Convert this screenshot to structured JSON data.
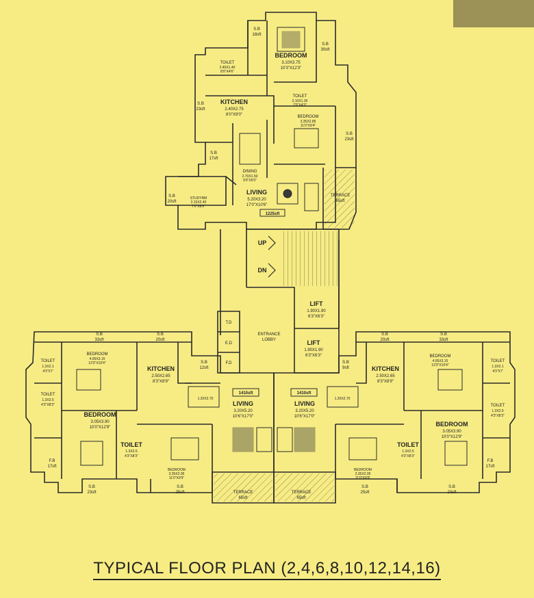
{
  "title": "TYPICAL FLOOR PLAN  (2,4,6,8,10,12,14,16)",
  "upper_flat": {
    "bedroom1": {
      "name": "BEDROOM",
      "m": "3.10X3.75",
      "ft": "10'3\"X12'3\""
    },
    "sb_a": {
      "name": "S.B",
      "area": "18sft"
    },
    "sb_b": {
      "name": "S.B",
      "area": "30sft"
    },
    "toilet1": {
      "name": "TOILET",
      "m": "2.40X1.40",
      "ft": "8'0\"X4'6\""
    },
    "toilet2": {
      "name": "TOILET",
      "m": "2.10X1.30",
      "ft": "7'0\"X4'3\""
    },
    "kitchen": {
      "name": "KITCHEN",
      "m": "2.40X2.75",
      "ft": "8'0\"X9'0\""
    },
    "sb_c": {
      "name": "S.B",
      "area": "23sft"
    },
    "bedroom2": {
      "name": "BEDROOM",
      "m": "3.35X2.85",
      "ft": "11'0\"X9'4\""
    },
    "sb_d": {
      "name": "S.B",
      "area": "23sft"
    },
    "sb_e": {
      "name": "S.B",
      "area": "17sft"
    },
    "dining": {
      "name": "DINING",
      "m": "2.70X1.50",
      "ft": "9'0\"X5'0\""
    },
    "study": {
      "name": "STUDYRM",
      "m": "2.15X2.45",
      "ft": "7'0\"X8'0\""
    },
    "sb_f": {
      "name": "S.B",
      "area": "20sft"
    },
    "living": {
      "name": "LIVING",
      "m": "5.20X3.20",
      "ft": "17'0\"X10'6\""
    },
    "terrace": {
      "name": "TERRACE",
      "area": "65sft"
    },
    "area": "1225sft"
  },
  "core": {
    "up": "UP",
    "dn": "DN",
    "lift1": {
      "name": "LIFT",
      "m": "1.90X1.90",
      "ft": "6'3\"X6'3\""
    },
    "lift2": {
      "name": "LIFT",
      "m": "1.90X1.90",
      "ft": "6'3\"X6'3\""
    },
    "td": "T.D",
    "ed": "E.D",
    "fd": "F.D",
    "lobby": [
      "ENTRANCE",
      "LOBBY"
    ]
  },
  "left_flat": {
    "sb_top_a": {
      "name": "S.B",
      "area": "33sft"
    },
    "sb_top_b": {
      "name": "S.B",
      "area": "20sft"
    },
    "toilet_a": {
      "name": "TOILET",
      "m": "1.3X2.1",
      "ft": "4'3\"X7'"
    },
    "bedroom_a": {
      "name": "BEDROOM",
      "m": "4.05X3.15",
      "ft": "13'3\"X10'4\""
    },
    "kitchen": {
      "name": "KITCHEN",
      "m": "2.50X2.65",
      "ft": "8'3\"X8'9\""
    },
    "sb_k": {
      "name": "S.B",
      "area": "12sft"
    },
    "toilet_b": {
      "name": "TOILET",
      "m": "1.3X2.5",
      "ft": "4'3\"X8'3\""
    },
    "passage": "1.20X2.70",
    "area": "1410sft",
    "bedroom_b": {
      "name": "BEDROOM",
      "m": "3.05X3.90",
      "ft": "10'0\"X12'9\""
    },
    "living": {
      "name": "LIVING",
      "m": "3.20X5.20",
      "ft": "10'6\"X17'0\""
    },
    "toilet_c": {
      "name": "TOILET",
      "m": "1.3X2.5",
      "ft": "4'3\"X8'3\""
    },
    "bedroom_c": {
      "name": "BEDROOM",
      "m": "3.35X2.95",
      "ft": "11'0\"X9'9\""
    },
    "fb": {
      "name": "F.B",
      "area": "17sft"
    },
    "sb_bot_a": {
      "name": "S.B",
      "area": "23sft"
    },
    "sb_bot_b": {
      "name": "S.B",
      "area": "25sft"
    },
    "terrace": {
      "name": "TERRACE",
      "area": "65sft"
    }
  },
  "right_flat": {
    "sb_top_a": {
      "name": "S.B",
      "area": "20sft"
    },
    "sb_top_b": {
      "name": "S.B",
      "area": "33sft"
    },
    "sb_k": {
      "name": "S.B",
      "area": "9sft"
    },
    "kitchen": {
      "name": "KITCHEN",
      "m": "2.50X2.65",
      "ft": "8'3\"X8'9\""
    },
    "bedroom_a": {
      "name": "BEDROOM",
      "m": "4.05X3.15",
      "ft": "13'3\"X10'4\""
    },
    "toilet_a": {
      "name": "TOILET",
      "m": "1.3X2.1",
      "ft": "4'3\"X7'"
    },
    "area": "1410sft",
    "passage": "1.20X2.70",
    "living": {
      "name": "LIVING",
      "m": "3.20X5.20",
      "ft": "10'6\"X17'0\""
    },
    "toilet_b": {
      "name": "TOILET",
      "m": "1.3X2.5",
      "ft": "4'3\"X8'3\""
    },
    "bedroom_b": {
      "name": "BEDROOM",
      "m": "3.05X3.90",
      "ft": "10'0\"X12'9\""
    },
    "toilet_c": {
      "name": "TOILET",
      "m": "1.3X2.5",
      "ft": "4'3\"X8'3\""
    },
    "bedroom_c": {
      "name": "BEDROOM",
      "m": "3.35X2.95",
      "ft": "11'0\"X9'9\""
    },
    "fb": {
      "name": "F.B",
      "area": "17sft"
    },
    "sb_bot_a": {
      "name": "S.B",
      "area": "25sft"
    },
    "sb_bot_b": {
      "name": "S.B",
      "area": "23sft"
    },
    "terrace": {
      "name": "TERRACE",
      "area": "65sft"
    }
  },
  "colors": {
    "background": "#f7ec84",
    "line": "#2a2a2a"
  }
}
